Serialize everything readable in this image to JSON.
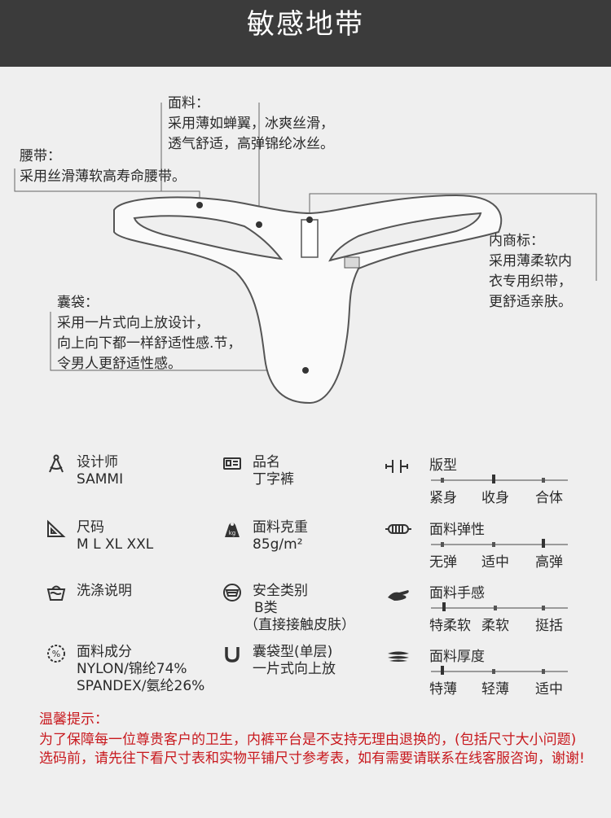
{
  "header": {
    "title": "敏感地带"
  },
  "annotations": {
    "fabric": {
      "title": "面料：",
      "lines": [
        "采用薄如蝉翼，冰爽丝滑，",
        "透气舒适，高弹锦纶冰丝。"
      ]
    },
    "waistband": {
      "title": "腰带：",
      "lines": [
        "采用丝滑薄软高寿命腰带。"
      ]
    },
    "label": {
      "title": "内商标：",
      "lines": [
        "采用薄柔软内",
        "衣专用织带，",
        "更舒适亲肤。"
      ]
    },
    "pouch": {
      "title": "囊袋：",
      "lines": [
        "采用一片式向上放设计，",
        "向上向下都一样舒适性感.节，",
        "令男人更舒适性感。"
      ]
    }
  },
  "specs": {
    "designer": {
      "icon": "compass-icon",
      "label": "设计师",
      "value": "SAMMI"
    },
    "product": {
      "icon": "id-card-icon",
      "label": "品名",
      "value": "丁字裤"
    },
    "size": {
      "icon": "ruler-triangle-icon",
      "label": "尺码",
      "value": "M   L  XL XXL"
    },
    "weight": {
      "icon": "weight-icon",
      "label": "面料克重",
      "value": "85g/m²"
    },
    "washing": {
      "icon": "wash-basin-icon",
      "label": "洗涤说明"
    },
    "safety": {
      "icon": "mask-icon",
      "label": "安全类别",
      "value": "B类",
      "note": "（直接接触皮肤）"
    },
    "composition": {
      "icon": "percent-badge-icon",
      "label": "面料成分",
      "lines": [
        "NYLON/锦纶74%",
        "SPANDEX/氨纶26%"
      ]
    },
    "pouch_type": {
      "icon": "u-shape-icon",
      "label": "囊袋型(单层)",
      "value": "一片式向上放"
    }
  },
  "scales": [
    {
      "icon": "body-fit-icon",
      "title": "版型",
      "labels": [
        "紧身",
        "收身",
        "合体"
      ],
      "selected_index": 1
    },
    {
      "icon": "elastic-icon",
      "title": "面料弹性",
      "labels": [
        "无弹",
        "适中",
        "高弹"
      ],
      "selected_index": 2
    },
    {
      "icon": "hand-feel-icon",
      "title": "面料手感",
      "labels": [
        "特柔软",
        "柔软",
        "挺括"
      ],
      "selected_index": 0
    },
    {
      "icon": "fabric-layers-icon",
      "title": "面料厚度",
      "labels": [
        "特薄",
        "轻薄",
        "适中"
      ],
      "selected_index": 0
    }
  ],
  "notice": {
    "title": "温馨提示：",
    "body": "为了保障每一位尊贵客户的卫生，内裤平台是不支持无理由退换的，(包括尺寸大小问题) 选码前，请先往下看尺寸表和实物平铺尺寸参考表，如有需要请联系在线客服咨询，谢谢!"
  },
  "colors": {
    "header_bg": "#3b3b3b",
    "page_bg": "#efefef",
    "notice_red": "#c8191e"
  }
}
